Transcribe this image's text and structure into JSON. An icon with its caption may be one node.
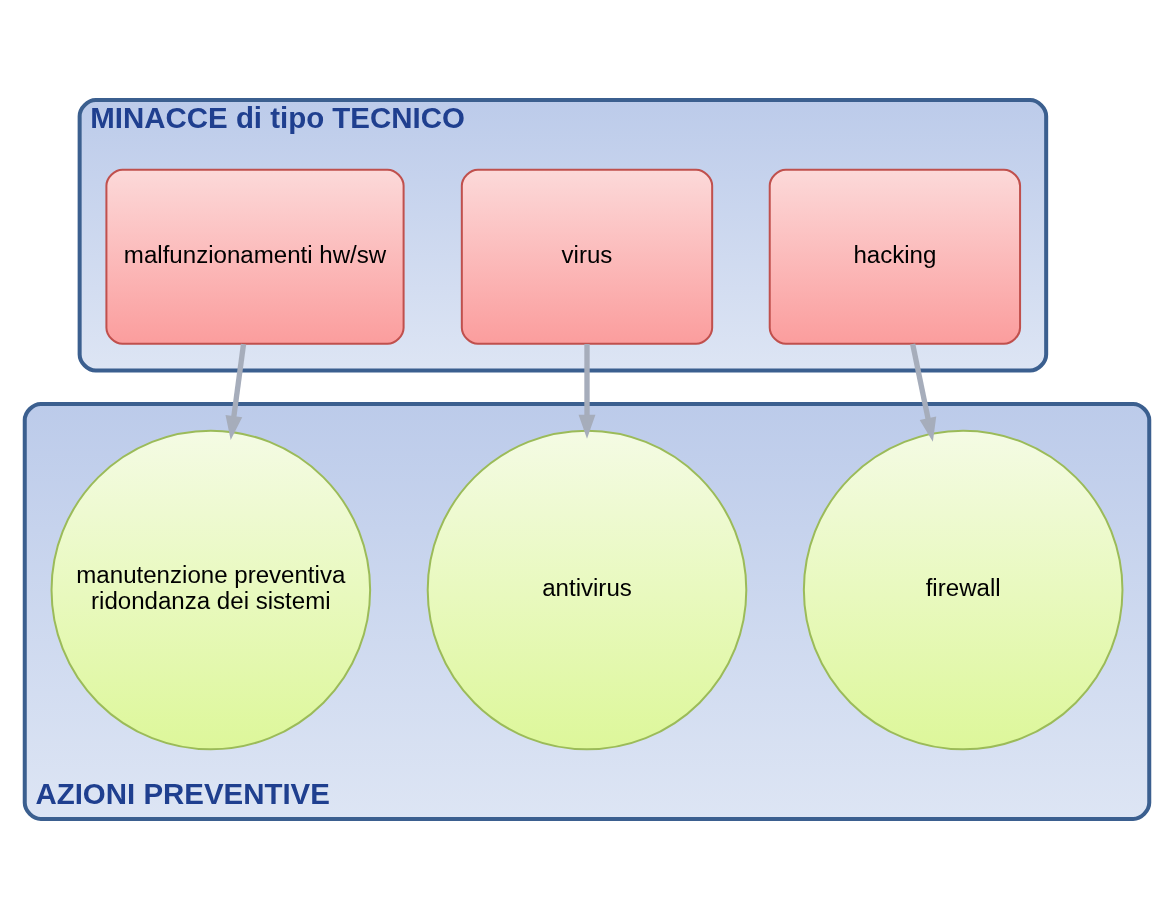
{
  "diagram": {
    "nodes": [
      {
        "text": [
          "MINACCE di tipo TECNICO"
        ]
      },
      {
        "text": [
          "malfunzionamenti hw/sw"
        ],
        "in": 0
      },
      {
        "text": [
          "virus"
        ],
        "in": 0
      },
      {
        "text": [
          "hacking"
        ],
        "in": 0
      },
      {
        "text": [
          "AZIONI PREVENTIVE"
        ]
      },
      {
        "text": [
          "manutenzione preventiva",
          "ridondanza dei sistemi"
        ],
        "in": 4
      },
      {
        "text": [
          "antivirus"
        ],
        "in": 4
      },
      {
        "text": [
          "firewall"
        ],
        "in": 4
      }
    ],
    "edges": [
      {
        "from": 1,
        "to": 5,
        "arrow": "to"
      },
      {
        "from": 2,
        "to": 6,
        "arrow": "to"
      },
      {
        "from": 3,
        "to": 7,
        "arrow": "to"
      }
    ]
  }
}
